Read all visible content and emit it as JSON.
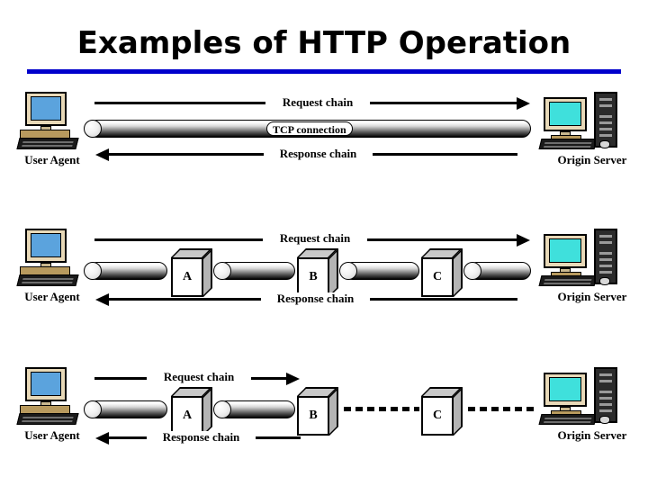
{
  "slide": {
    "title": "Examples of HTTP Operation",
    "accent_color": "#0000CC",
    "background_color": "#FFFFFF"
  },
  "labels": {
    "user_agent": "User Agent",
    "origin_server": "Origin Server",
    "request_chain": "Request chain",
    "response_chain": "Response chain",
    "tcp_connection": "TCP connection"
  },
  "diagrams": [
    {
      "id": "direct-connection",
      "user_agent": "User Agent",
      "origin_server": "Origin Server",
      "request_chain": "Request chain",
      "response_chain": "Response chain",
      "connection_label": "TCP connection",
      "intermediaries": [],
      "connection_style": "single-tcp-pipe"
    },
    {
      "id": "three-intermediaries-tcp",
      "user_agent": "User Agent",
      "origin_server": "Origin Server",
      "request_chain": "Request chain",
      "response_chain": "Response chain",
      "intermediaries": [
        {
          "label": "A"
        },
        {
          "label": "B"
        },
        {
          "label": "C"
        }
      ],
      "connection_style": "tcp-pipe-segments"
    },
    {
      "id": "three-intermediaries-mixed",
      "user_agent": "User Agent",
      "origin_server": "Origin Server",
      "request_chain": "Request chain",
      "response_chain": "Response chain",
      "intermediaries": [
        {
          "label": "A"
        },
        {
          "label": "B"
        },
        {
          "label": "C"
        }
      ],
      "connection_style": "tcp-pipes-then-dashed"
    }
  ],
  "icons": {
    "user_agent_screen_color": "#5BA3DD",
    "origin_server_screen_color": "#3FE0DC",
    "case_color": "#E8D9B8",
    "tower_color": "#2B2B2B"
  }
}
